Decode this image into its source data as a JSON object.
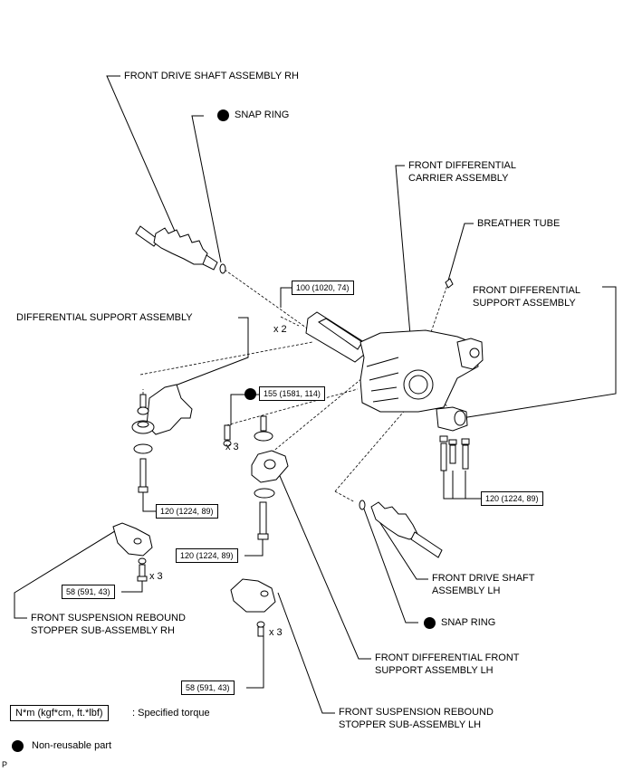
{
  "labels": {
    "front_drive_shaft_rh": "FRONT DRIVE SHAFT ASSEMBLY RH",
    "snap_ring_top": "SNAP RING",
    "carrier_line1": "FRONT DIFFERENTIAL",
    "carrier_line2": "CARRIER ASSEMBLY",
    "breather_tube": "BREATHER TUBE",
    "diff_support_line1": "FRONT DIFFERENTIAL",
    "diff_support_line2": "SUPPORT ASSEMBLY",
    "differential_support": "DIFFERENTIAL SUPPORT ASSEMBLY",
    "front_drive_shaft_lh_line1": "FRONT DRIVE SHAFT",
    "front_drive_shaft_lh_line2": "ASSEMBLY LH",
    "snap_ring_bottom": "SNAP RING",
    "rebound_rh_line1": "FRONT SUSPENSION REBOUND",
    "rebound_rh_line2": "STOPPER SUB-ASSEMBLY RH",
    "front_support_lh_line1": "FRONT DIFFERENTIAL FRONT",
    "front_support_lh_line2": "SUPPORT ASSEMBLY LH",
    "rebound_lh_line1": "FRONT SUSPENSION REBOUND",
    "rebound_lh_line2": "STOPPER SUB-ASSEMBLY LH"
  },
  "torques": {
    "t100": "100 (1020, 74)",
    "t155": "155 (1581, 114)",
    "t120_left": "120 (1224, 89)",
    "t120_mid": "120 (1224, 89)",
    "t120_right": "120 (1224, 89)",
    "t58_left": "58 (591, 43)",
    "t58_mid": "58 (591, 43)"
  },
  "multipliers": {
    "x2": "x 2",
    "x3_155": "x 3",
    "x3_rh": "x 3",
    "x3_lh": "x 3"
  },
  "legend": {
    "torque_box": "N*m (kgf*cm, ft.*lbf)",
    "torque_text": ": Specified torque",
    "nonreusable_text": "Non-reusable part"
  },
  "footer": {
    "code": "P"
  }
}
